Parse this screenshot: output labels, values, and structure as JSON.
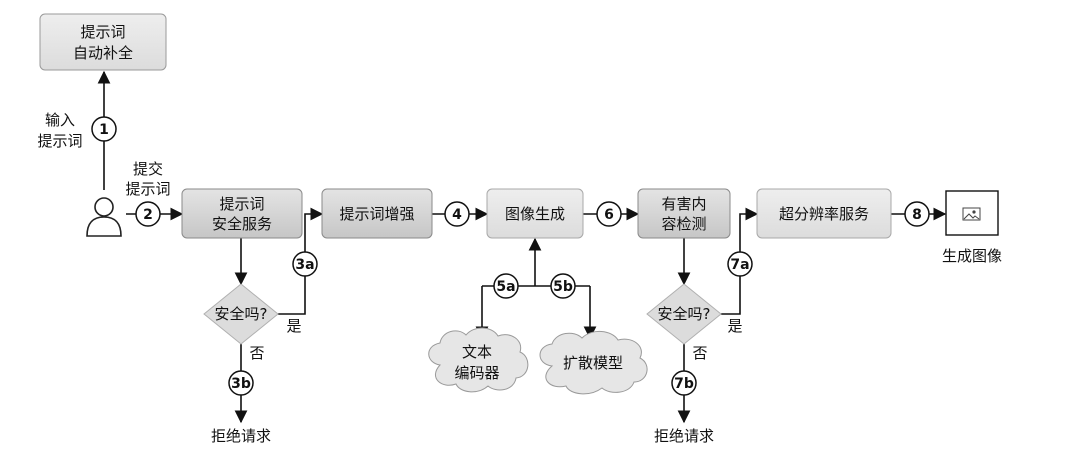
{
  "boxes": {
    "autocomplete": [
      "提示词",
      "自动补全"
    ],
    "safety_service": [
      "提示词",
      "安全服务"
    ],
    "prompt_enhance": [
      "提示词增强"
    ],
    "image_gen": [
      "图像生成"
    ],
    "harmful_detect": [
      "有害内",
      "容检测"
    ],
    "superres": [
      "超分辨率服务"
    ],
    "text_encoder": [
      "文本",
      "编码器"
    ],
    "diffusion_model": [
      "扩散模型"
    ]
  },
  "decisions": {
    "safe1": "安全吗?",
    "safe2": "安全吗?"
  },
  "labels": {
    "input_prompt": [
      "输入",
      "提示词"
    ],
    "submit_prompt": [
      "提交",
      "提示词"
    ],
    "yes1": "是",
    "no1": "否",
    "yes2": "是",
    "no2": "否",
    "reject1": "拒绝请求",
    "reject2": "拒绝请求",
    "output": "生成图像"
  },
  "steps": {
    "s1": "1",
    "s2": "2",
    "s3a": "3a",
    "s3b": "3b",
    "s4": "4",
    "s5a": "5a",
    "s5b": "5b",
    "s6": "6",
    "s7a": "7a",
    "s7b": "7b",
    "s8": "8"
  },
  "icons": {
    "user": "user-icon",
    "image": "image-icon"
  },
  "colors": {
    "box_dark": "#d4d4d4",
    "box_light": "#e8e8e8",
    "decision": "#dcdcdc",
    "cloud": "#e6e6e6"
  }
}
